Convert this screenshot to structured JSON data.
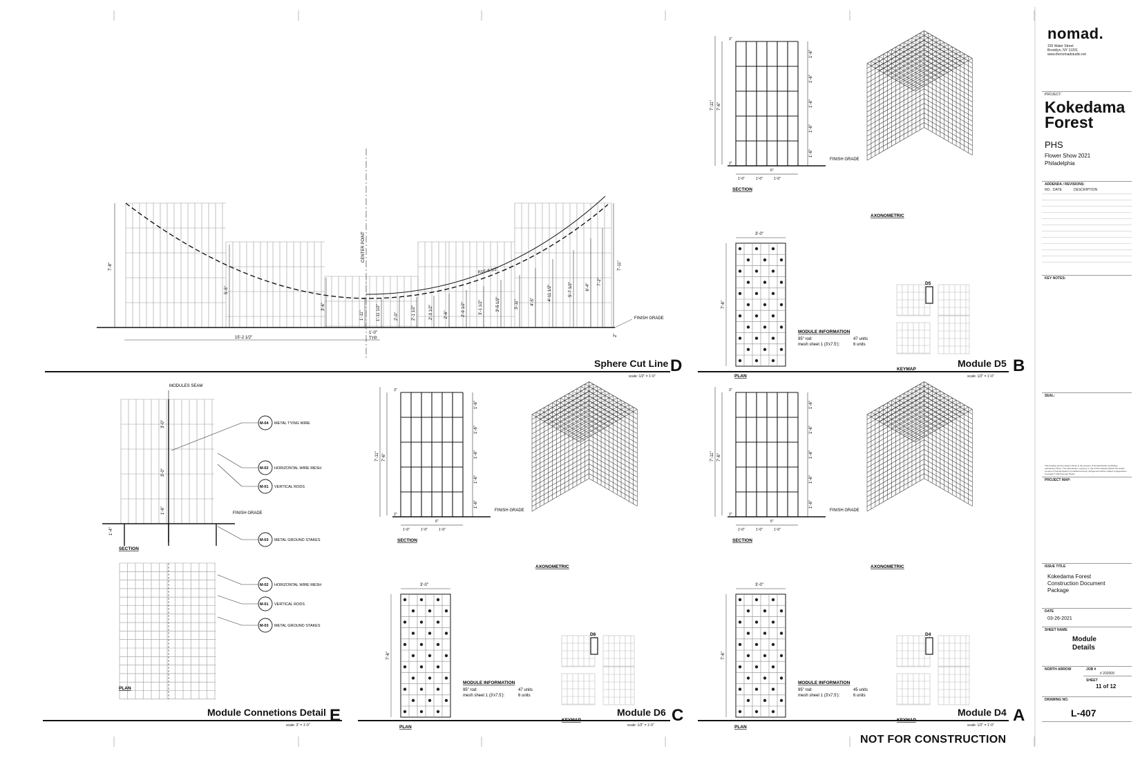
{
  "firm": {
    "name": "nomad.",
    "address1": "155 Water Street",
    "address2": "Brooklyn, NY 11201",
    "website": "www.thenomadstudio.net"
  },
  "titleblock": {
    "project_label": "PROJECT:",
    "project_name_line1": "Kokedama",
    "project_name_line2": "Forest",
    "client": "PHS",
    "event": "Flower Show 2021",
    "city": "Philadelphia",
    "revisions_label": "ADDENDA / REVISIONS:",
    "rev_col_no": "NO.",
    "rev_col_date": "DATE",
    "rev_col_desc": "DESCRIPTION",
    "key_notes_label": "KEY NOTES:",
    "seal_label": "SEAL:",
    "disclaimer": "This drawing and the design shown is the property of Nomad Studio Landscape Architecture PLLC. The reproduction, copying, or use of this drawing without the written consent of Nomad Studio is prohibited and any infringement will be subject to legal action. Copyright © 2016 Nomad Studio.",
    "project_map_label": "PROJECT MAP:",
    "issue_title_label": "ISSUE TITLE",
    "issue_title_line1": "Kokedama Forest",
    "issue_title_line2": "Construction Document",
    "issue_title_line3": "Package",
    "date_label": "DATE",
    "date": "03-26-2021",
    "sheet_name_label": "SHEET NAME",
    "sheet_name_line1": "Module",
    "sheet_name_line2": "Details",
    "north_arrow_label": "NORTH ARROW",
    "job_label": "JOB #",
    "job_number": "# 202009",
    "sheet_label": "SHEET",
    "sheet_number": "11 of 12",
    "drawing_no_label": "DRAWING NO.",
    "drawing_no": "L-407"
  },
  "footer_notice": "NOT FOR CONSTRUCTION",
  "panels": {
    "D": {
      "title": "Sphere Cut Line",
      "letter": "D",
      "scale": "scale: 1/2\" = 1'-0\""
    },
    "B": {
      "title": "Module D5",
      "letter": "B",
      "scale": "scale: 1/2\" = 1'-0\""
    },
    "E": {
      "title": "Module Connetions Detail",
      "letter": "E",
      "scale": "scale: 3\" = 1'-0\""
    },
    "C": {
      "title": "Module D6",
      "letter": "C",
      "scale": "scale: 1/2\" = 1'-0\""
    },
    "A": {
      "title": "Module D4",
      "letter": "A",
      "scale": "scale: 1/2\" = 1'-0\""
    }
  },
  "sphere": {
    "center_point": "CENTER POINT",
    "finish_grade": "FINISH GRADE",
    "typ": "TYP.",
    "one_ft": "1'-0\"",
    "width_dim": "15'-2 1/2\"",
    "radius": "R16'-6 1/2\"",
    "left_height": "7'-8\"",
    "right_height": "7'-11\"",
    "heights": [
      "5'-5\"",
      "3'-6\"",
      "1'-11\"",
      "1'-11 1/2\"",
      "2'-0\"",
      "2'-1 1/2\"",
      "2'-3 1/2\"",
      "2'-6\"",
      "2'-9 1/2\"",
      "3'-1 1/2\"",
      "3'-5 1/2\"",
      "3'-11\"",
      "4'-5\"",
      "4'-11 1/2\"",
      "5'-7 1/2\"",
      "6'-4\"",
      "7'-2\""
    ],
    "grade_off": "2\""
  },
  "module_common": {
    "section": "SECTION",
    "plan": "PLAN",
    "axonometric": "AXONOMETRIC",
    "keymap": "KEYMAP",
    "finish_grade": "FINISH GRADE",
    "module_information": "MODULE INFORMATION",
    "rod_label": "95\" rod:",
    "mesh_label": "mesh sheet 1 (3'x7.5'):",
    "plan_width": "3'-0\"",
    "plan_height": "7'-6\"",
    "sec_total": "7'-11\"",
    "sec_inner": "7'-6\"",
    "sec_row": "1'-6\"",
    "sec_top": "3\"",
    "sec_bot": "2\"",
    "sec_col": "1'-0\"",
    "sec_6in": "6\""
  },
  "modules": {
    "D5": {
      "key": "D5",
      "rod_units": "47 units",
      "mesh_units": "6 units"
    },
    "D6": {
      "key": "D6",
      "rod_units": "47 units",
      "mesh_units": "6 units"
    },
    "D4": {
      "key": "D4",
      "rod_units": "45 units",
      "mesh_units": "6 units"
    }
  },
  "connection": {
    "modules_seam": "MODULES SEAM",
    "section": "SECTION",
    "plan": "PLAN",
    "finish_grade": "FINISH GRADE",
    "dims": [
      "3'-0\"",
      "3'-0\"",
      "1'-6\"",
      "1'-4\""
    ],
    "callouts": [
      {
        "tag": "M-04",
        "text": "METAL TYING WIRE"
      },
      {
        "tag": "M-02",
        "text": "HORIZONTAL WIRE MESH"
      },
      {
        "tag": "M-01",
        "text": "VERTICAL RODS"
      },
      {
        "tag": "M-03",
        "text": "METAL GROUND STAKES"
      },
      {
        "tag": "M-02",
        "text": "HORIZONTAL WIRE MESH"
      },
      {
        "tag": "M-01",
        "text": "VERTICAL RODS"
      },
      {
        "tag": "M-03",
        "text": "METAL GROUND STAKES"
      }
    ]
  }
}
